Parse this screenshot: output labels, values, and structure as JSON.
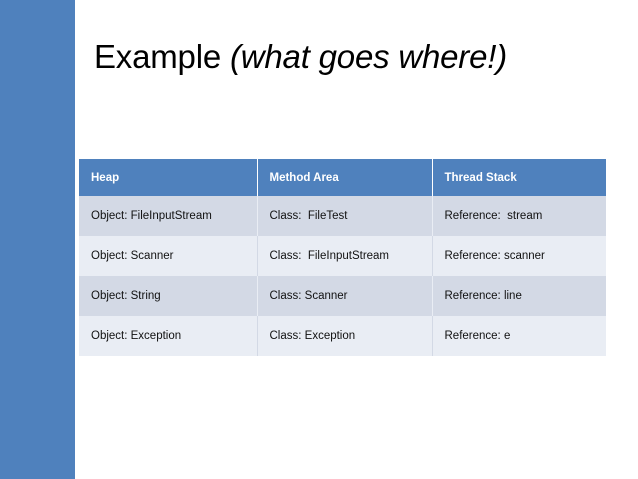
{
  "slide": {
    "title_plain": "Example ",
    "title_italic": "(what goes where!)",
    "accent_color": "#4f81bd",
    "row_dark_color": "#d3d9e5",
    "row_light_color": "#e9edf4",
    "header_text_color": "#ffffff",
    "body_text_color": "#111111",
    "background_color": "#ffffff"
  },
  "table": {
    "columns": [
      {
        "label": "Heap"
      },
      {
        "label": "Method Area"
      },
      {
        "label": "Thread Stack"
      }
    ],
    "rows": [
      {
        "heap": "Object: FileInputStream",
        "method_area": "Class:  FileTest",
        "thread_stack": "Reference:  stream"
      },
      {
        "heap": "Object: Scanner",
        "method_area": "Class:  FileInputStream",
        "thread_stack": "Reference: scanner"
      },
      {
        "heap": "Object: String",
        "method_area": "Class: Scanner",
        "thread_stack": "Reference: line"
      },
      {
        "heap": "Object: Exception",
        "method_area": "Class: Exception",
        "thread_stack": "Reference: e"
      }
    ]
  }
}
